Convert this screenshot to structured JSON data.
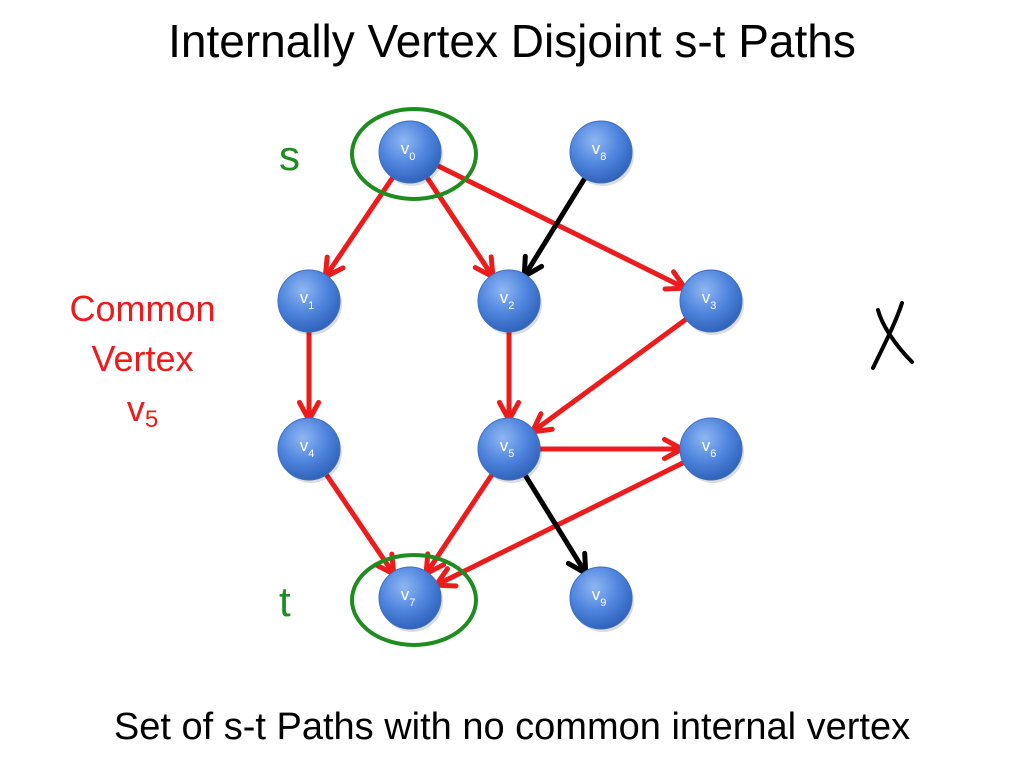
{
  "slide": {
    "title": "Internally Vertex Disjoint s-t Paths",
    "footer": "Set of s-t Paths with no common internal vertex",
    "source_label": "s",
    "target_label": "t",
    "common_vertex": {
      "line1": "Common",
      "line2": "Vertex",
      "letter": "v",
      "subscript": "5"
    },
    "cross_mark": "hand-drawn-x-icon"
  },
  "colors": {
    "path_edge": "#ec1c1c",
    "other_edge": "#000000",
    "node_fill": "#4a7fd9",
    "terminal_ring": "#1e8c1e",
    "terminal_text": "#1e8c1e",
    "highlight_text": "#ec1c1c"
  },
  "graph": {
    "nodes": [
      {
        "id": "v0",
        "letter": "v",
        "sub": "0",
        "terminal": true
      },
      {
        "id": "v8",
        "letter": "v",
        "sub": "8",
        "terminal": false
      },
      {
        "id": "v1",
        "letter": "v",
        "sub": "1",
        "terminal": false
      },
      {
        "id": "v2",
        "letter": "v",
        "sub": "2",
        "terminal": false
      },
      {
        "id": "v3",
        "letter": "v",
        "sub": "3",
        "terminal": false
      },
      {
        "id": "v4",
        "letter": "v",
        "sub": "4",
        "terminal": false
      },
      {
        "id": "v5",
        "letter": "v",
        "sub": "5",
        "terminal": false
      },
      {
        "id": "v6",
        "letter": "v",
        "sub": "6",
        "terminal": false
      },
      {
        "id": "v7",
        "letter": "v",
        "sub": "7",
        "terminal": true
      },
      {
        "id": "v9",
        "letter": "v",
        "sub": "9",
        "terminal": false
      }
    ],
    "edges": [
      {
        "from": "v0",
        "to": "v1",
        "color": "red"
      },
      {
        "from": "v0",
        "to": "v2",
        "color": "red"
      },
      {
        "from": "v0",
        "to": "v3",
        "color": "red"
      },
      {
        "from": "v8",
        "to": "v2",
        "color": "black"
      },
      {
        "from": "v1",
        "to": "v4",
        "color": "red"
      },
      {
        "from": "v2",
        "to": "v5",
        "color": "red"
      },
      {
        "from": "v3",
        "to": "v5",
        "color": "red"
      },
      {
        "from": "v5",
        "to": "v6",
        "color": "red"
      },
      {
        "from": "v4",
        "to": "v7",
        "color": "red"
      },
      {
        "from": "v5",
        "to": "v7",
        "color": "red"
      },
      {
        "from": "v6",
        "to": "v7",
        "color": "red"
      },
      {
        "from": "v5",
        "to": "v9",
        "color": "black"
      }
    ]
  }
}
